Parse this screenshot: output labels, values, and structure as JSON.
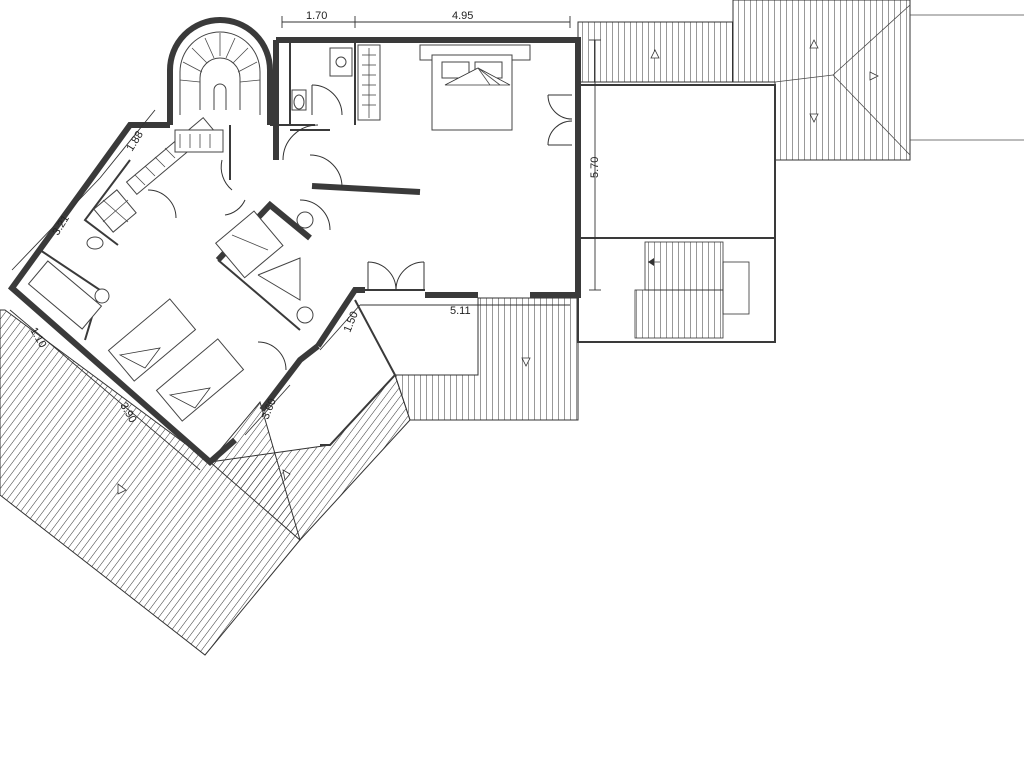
{
  "dimensions": [
    {
      "id": "dim-170",
      "label": "1.70"
    },
    {
      "id": "dim-495",
      "label": "4.95"
    },
    {
      "id": "dim-570",
      "label": "5.70"
    },
    {
      "id": "dim-188",
      "label": "1.88"
    },
    {
      "id": "dim-321",
      "label": "3.21"
    },
    {
      "id": "dim-110",
      "label": "1.10"
    },
    {
      "id": "dim-390",
      "label": "3.90"
    },
    {
      "id": "dim-150",
      "label": "1.50"
    },
    {
      "id": "dim-511",
      "label": "5.11"
    },
    {
      "id": "dim-360",
      "label": "3.60"
    }
  ],
  "colors": {
    "wall": "#3a3a3a",
    "hatch": "#333333",
    "background": "#ffffff"
  }
}
